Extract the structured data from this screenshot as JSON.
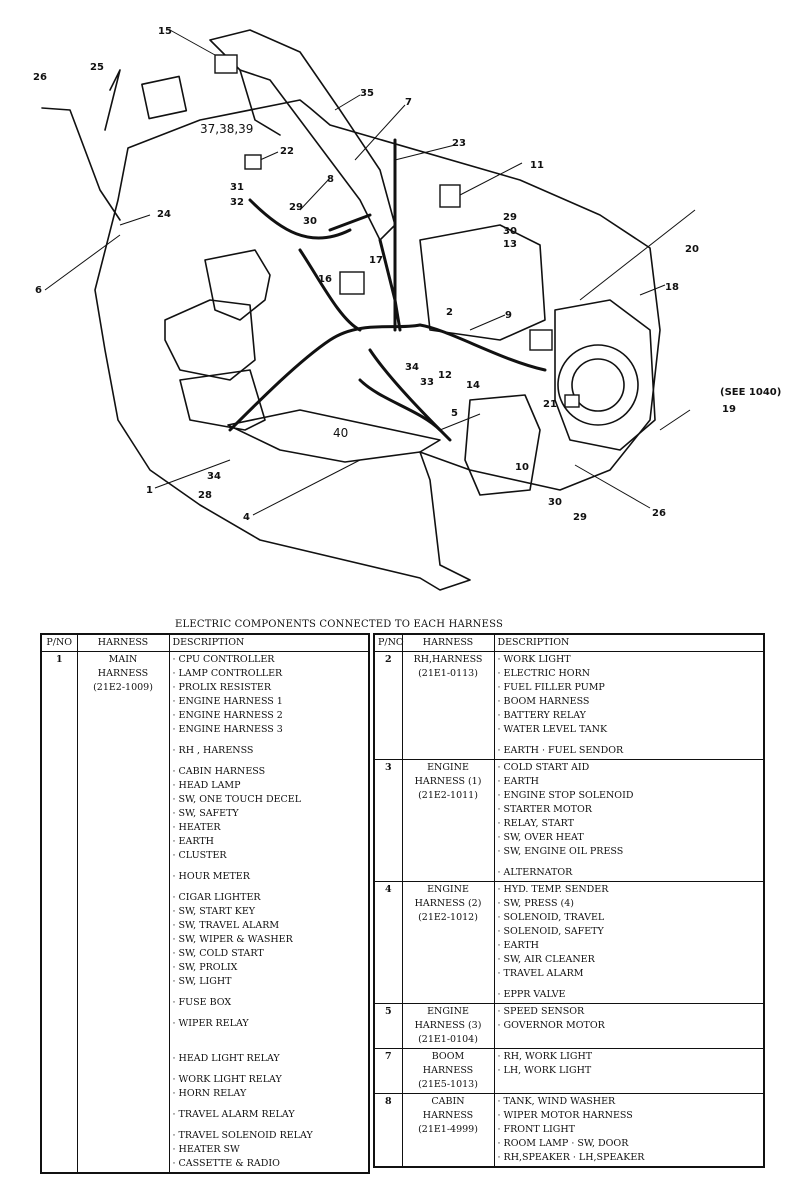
{
  "diagram": {
    "callouts": [
      "15",
      "26",
      "25",
      "37,38,39",
      "35",
      "7",
      "23",
      "22",
      "31",
      "32",
      "8",
      "29",
      "30",
      "11",
      "29",
      "30",
      "13",
      "24",
      "6",
      "17",
      "16",
      "20",
      "18",
      "2",
      "9",
      "34",
      "33",
      "12",
      "14",
      "5",
      "(SEE 1040)",
      "19",
      "21",
      "40",
      "10",
      "1",
      "34",
      "28",
      "4",
      "30",
      "29",
      "26"
    ]
  },
  "table": {
    "title": "ELECTRIC COMPONENTS CONNECTED TO EACH HARNESS",
    "headers": {
      "pno": "P/NO",
      "harness": "HARNESS",
      "desc": "DESCRIPTION"
    },
    "left": [
      {
        "pno": "1",
        "harness": [
          "MAIN",
          "HARNESS",
          "(21E2-1009)"
        ],
        "items": [
          "· CPU CONTROLLER",
          "· LAMP CONTROLLER",
          "· PROLIX RESISTER",
          "· ENGINE HARNESS 1",
          "· ENGINE HARNESS 2",
          "· ENGINE HARNESS 3",
          "· RH , HARENSS",
          "· CABIN HARNESS",
          "· HEAD LAMP",
          "· SW, ONE TOUCH DECEL",
          "· SW, SAFETY",
          "· HEATER",
          "· EARTH",
          "· CLUSTER",
          "· HOUR METER",
          "· CIGAR LIGHTER",
          "· SW, START KEY",
          "· SW, TRAVEL ALARM",
          "· SW, WIPER & WASHER",
          "· SW, COLD START",
          "· SW, PROLIX",
          "· SW, LIGHT",
          "· FUSE BOX",
          "· WIPER RELAY",
          "· HEAD LIGHT RELAY",
          "· WORK LIGHT RELAY",
          "· HORN RELAY",
          "· TRAVEL ALARM RELAY",
          "· TRAVEL SOLENOID RELAY",
          "· HEATER SW",
          "· CASSETTE & RADIO"
        ]
      }
    ],
    "right": [
      {
        "pno": "2",
        "harness": [
          "RH,HARNESS",
          "(21E1-0113)"
        ],
        "items": [
          "· WORK LIGHT",
          "· ELECTRIC HORN",
          "· FUEL FILLER PUMP",
          "· BOOM HARNESS",
          "· BATTERY RELAY",
          "· WATER LEVEL TANK",
          "· EARTH    · FUEL SENDOR"
        ]
      },
      {
        "pno": "3",
        "harness": [
          "ENGINE",
          "HARNESS (1)",
          "(21E2-1011)"
        ],
        "items": [
          "· COLD START AID",
          "· EARTH",
          "· ENGINE STOP SOLENOID",
          "· STARTER MOTOR",
          "· RELAY, START",
          "· SW, OVER HEAT",
          "· SW, ENGINE OIL PRESS",
          "· ALTERNATOR"
        ]
      },
      {
        "pno": "4",
        "harness": [
          "ENGINE",
          "HARNESS (2)",
          "(21E2-1012)"
        ],
        "items": [
          "· HYD. TEMP. SENDER",
          "· SW, PRESS (4)",
          "· SOLENOID, TRAVEL",
          "· SOLENOID, SAFETY",
          "· EARTH",
          "· SW, AIR CLEANER",
          "· TRAVEL ALARM",
          "· EPPR VALVE"
        ]
      },
      {
        "pno": "5",
        "harness": [
          "ENGINE",
          "HARNESS (3)",
          "(21E1-0104)"
        ],
        "items": [
          "· SPEED SENSOR",
          "· GOVERNOR MOTOR"
        ]
      },
      {
        "pno": "7",
        "harness": [
          "BOOM",
          "HARNESS",
          "(21E5-1013)"
        ],
        "items": [
          "· RH, WORK LIGHT",
          "· LH, WORK LIGHT"
        ]
      },
      {
        "pno": "8",
        "harness": [
          "CABIN",
          "HARNESS",
          "(21E1-4999)"
        ],
        "items": [
          "· TANK, WIND WASHER",
          "· WIPER MOTOR HARNESS",
          "· FRONT LIGHT",
          "· ROOM LAMP    · SW, DOOR",
          "· RH,SPEAKER    · LH,SPEAKER"
        ]
      }
    ]
  }
}
